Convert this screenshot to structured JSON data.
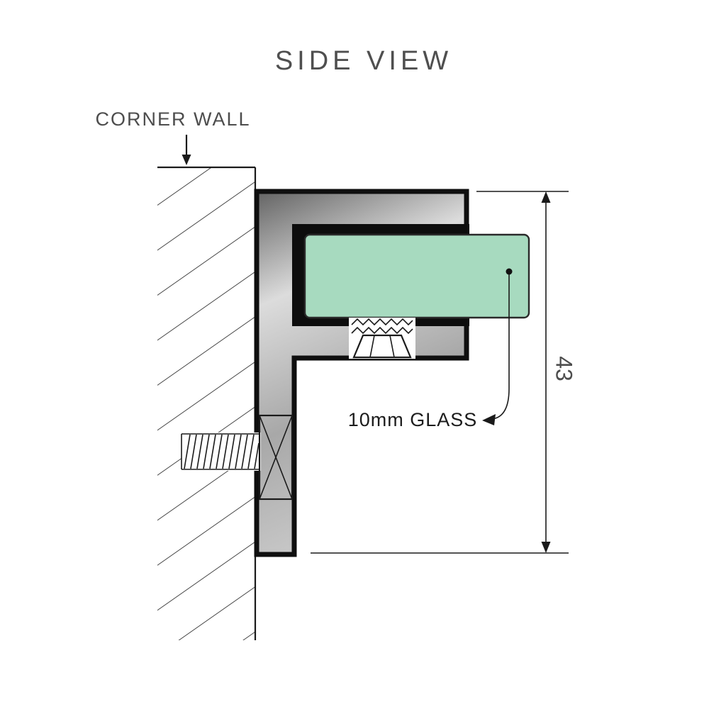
{
  "title": "SIDE VIEW",
  "labels": {
    "corner_wall": "CORNER WALL",
    "glass": "10mm GLASS",
    "dimension_height": "43"
  },
  "colors": {
    "glass": "#a7dabf",
    "outline": "#111111",
    "label_text": "#4d4d4d",
    "annotation_text": "#1c1c1c",
    "metal_dark": "#636363",
    "metal_light": "#dcdcdc",
    "metal_mid": "#a8a8a8"
  }
}
